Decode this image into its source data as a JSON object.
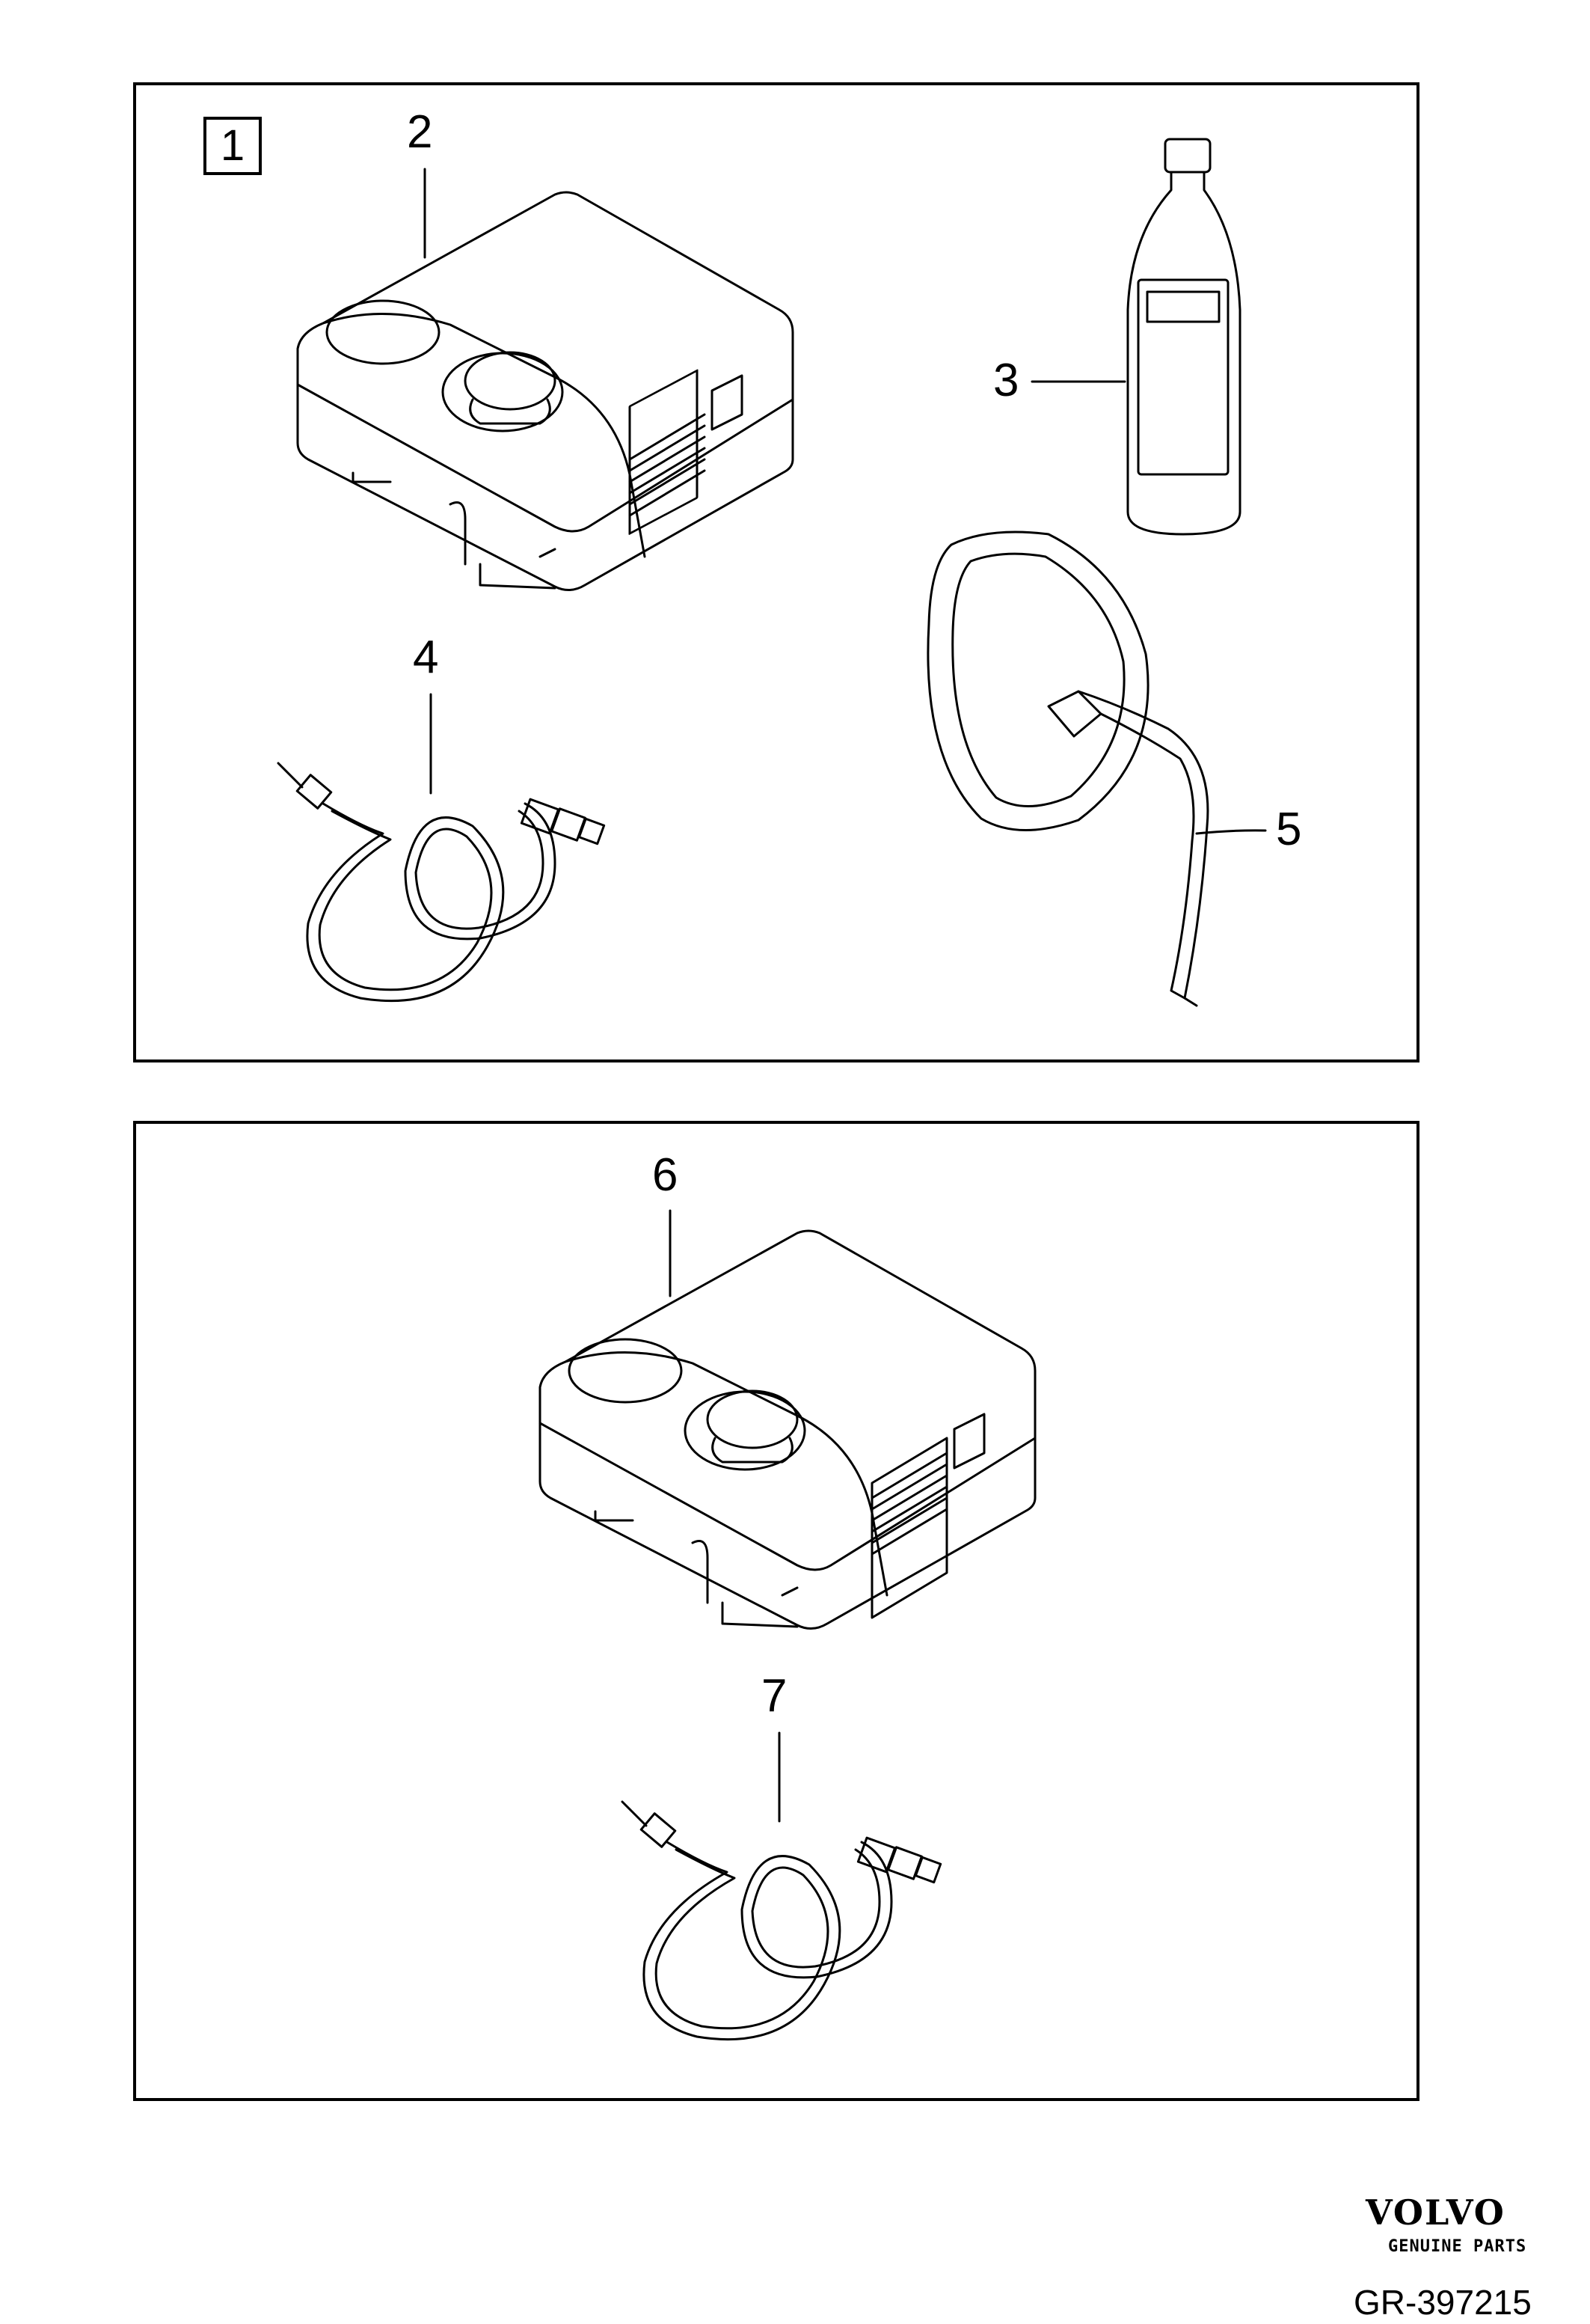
{
  "panels": {
    "top": {
      "box_label": "1",
      "callouts": {
        "c2": "2",
        "c3": "3",
        "c4": "4",
        "c5": "5"
      }
    },
    "bottom": {
      "callouts": {
        "c6": "6",
        "c7": "7"
      }
    }
  },
  "brand": {
    "name": "VOLVO",
    "tagline": "GENUINE PARTS",
    "figure_code": "GR-397215"
  },
  "icons": [
    "compressor-icon",
    "bottle-icon",
    "hose-icon",
    "strap-icon"
  ]
}
